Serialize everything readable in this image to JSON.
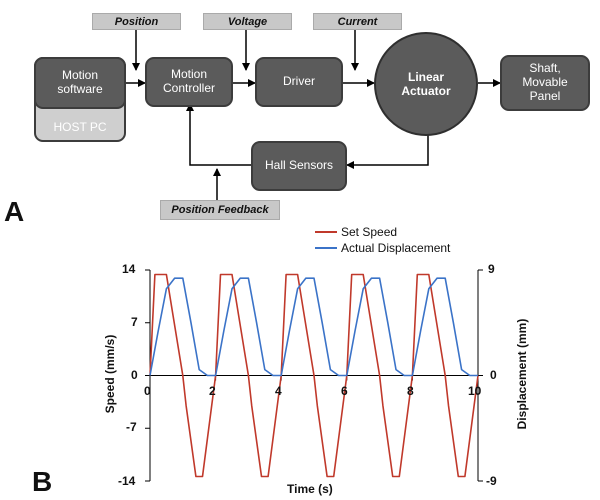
{
  "panel_a": {
    "label": "A",
    "signals": {
      "position": "Position",
      "voltage": "Voltage",
      "current": "Current",
      "position_feedback": "Position Feedback"
    },
    "blocks": {
      "motion_software": "Motion software",
      "host_pc": "HOST PC",
      "motion_controller": "Motion Controller",
      "driver": "Driver",
      "linear_actuator": "Linear Actuator",
      "shaft_panel": "Shaft, Movable Panel",
      "hall_sensors": "Hall Sensors"
    }
  },
  "panel_b": {
    "label": "B"
  },
  "chart_data": {
    "type": "line",
    "xlabel": "Time (s)",
    "ylabel": "Speed (mm/s)",
    "y2label": "Displacement (mm)",
    "xlim": [
      0,
      10
    ],
    "ylim": [
      -14,
      14
    ],
    "y2lim": [
      -9,
      9
    ],
    "x_ticks": [
      "0",
      "2",
      "4",
      "6",
      "8",
      "10"
    ],
    "y_ticks": [
      "14",
      "7",
      "0",
      "-7",
      "-14"
    ],
    "y2_ticks": [
      "9",
      "0",
      "-9"
    ],
    "legend": [
      "Set Speed",
      "Actual Displacement"
    ],
    "colors": {
      "set_speed": "#c0392b",
      "displacement": "#3b73c8"
    },
    "period_s": 2,
    "series": [
      {
        "name": "Set Speed",
        "axis": "left",
        "x": [
          0,
          0.15,
          0.5,
          0.7,
          1.0,
          1.1,
          1.4,
          1.6,
          2.0
        ],
        "values": [
          0,
          13.4,
          13.4,
          8,
          0,
          -4,
          -13.4,
          -13.4,
          0
        ]
      },
      {
        "name": "Actual Displacement",
        "axis": "right",
        "x": [
          0,
          0.25,
          0.5,
          0.75,
          1.0,
          1.25,
          1.5,
          1.75,
          2.0
        ],
        "values": [
          0,
          3.8,
          7.4,
          8.3,
          8.3,
          4.5,
          0.5,
          0,
          0
        ]
      }
    ]
  }
}
